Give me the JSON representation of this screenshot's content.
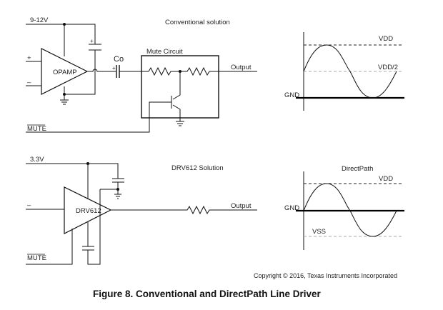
{
  "conventional": {
    "title": "Conventional solution",
    "supply": "9-12V",
    "plus_input": "+",
    "minus_input": "–",
    "amp_label": "OPAMP",
    "cap_plus": "+",
    "co_label": "Co",
    "co_plus": "+",
    "mute_box_label": "Mute Circuit",
    "output_label": "Output",
    "mute_label": "MUTE"
  },
  "directpath": {
    "title": "DRV612 Solution",
    "supply": "3.3V",
    "minus_input": "–",
    "amp_label": "DRV612",
    "output_label": "Output",
    "mute_label": "MUTE"
  },
  "waveform_top": {
    "vdd": "VDD",
    "mid": "VDD/2",
    "gnd": "GND"
  },
  "waveform_bottom": {
    "title": "DirectPath",
    "vdd": "VDD",
    "gnd": "GND",
    "vss": "VSS"
  },
  "copyright": "Copyright © 2016, Texas Instruments Incorporated",
  "caption": "Figure 8.  Conventional and DirectPath Line Driver"
}
